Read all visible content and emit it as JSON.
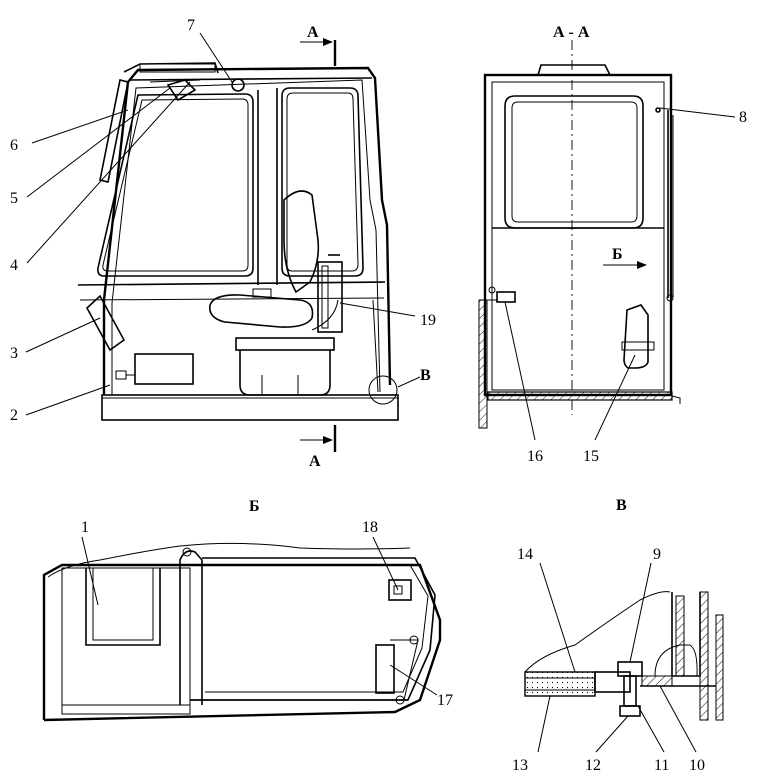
{
  "views": {
    "side": {
      "section_mark_top": "A",
      "section_mark_bottom": "A",
      "detail_mark": "В"
    },
    "section_aa": {
      "title": "А - А",
      "view_arrow": "Б"
    },
    "view_b": {
      "title": "Б"
    },
    "detail_v": {
      "title": "В"
    }
  },
  "callouts": [
    "1",
    "2",
    "3",
    "4",
    "5",
    "6",
    "7",
    "8",
    "9",
    "10",
    "11",
    "12",
    "13",
    "14",
    "15",
    "16",
    "17",
    "18",
    "19"
  ]
}
